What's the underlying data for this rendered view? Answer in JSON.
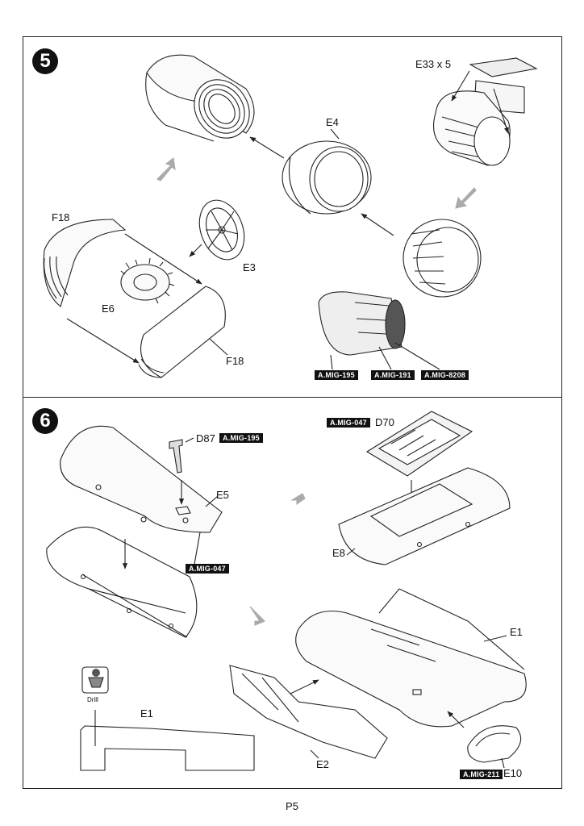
{
  "page_number": "P5",
  "step5": {
    "number": "5",
    "labels": {
      "e33": "E33 x 5",
      "e4": "E4",
      "f18_top": "F18",
      "e3": "E3",
      "e6": "E6",
      "f18_bottom": "F18"
    },
    "paint_tags": [
      "A.MIG-195",
      "A.MIG-191",
      "A.MIG-8208"
    ]
  },
  "step6": {
    "number": "6",
    "labels": {
      "d87": "D87",
      "d70": "D70",
      "e5": "E5",
      "e8": "E8",
      "e1_right": "E1",
      "e1_left": "E1",
      "e2": "E2",
      "e10": "E10",
      "drill": "Drill"
    },
    "paint_tags": {
      "d87": "A.MIG-195",
      "d70": "A.MIG-047",
      "e5": "A.MIG-047",
      "e10": "A.MIG-211"
    }
  }
}
